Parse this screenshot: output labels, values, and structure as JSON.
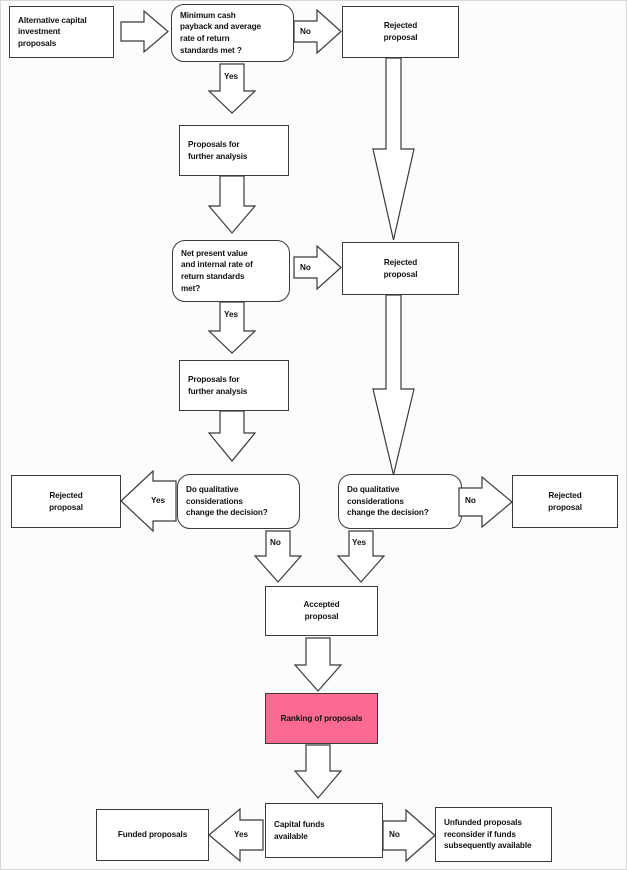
{
  "diagram": {
    "title": "Capital investment proposal evaluation flowchart",
    "background_color": "#fcfcfc",
    "highlight_color": "#fc6a92",
    "line_color": "#3a3a3a"
  },
  "nodes": {
    "start": {
      "label": "Alternative capital\ninvestment\nproposals",
      "shape": "rectangle"
    },
    "decision1": {
      "label": "Minimum cash\npayback and average\nrate of  return\nstandards met ?",
      "shape": "rounded-decision"
    },
    "rejected1": {
      "label": "Rejected\nproposal",
      "shape": "rectangle"
    },
    "analysis1": {
      "label": "Proposals for\nfurther analysis",
      "shape": "rectangle"
    },
    "decision2": {
      "label": "Net present value\nand internal rate of\nreturn standards\nmet?",
      "shape": "rounded-decision"
    },
    "rejected2": {
      "label": "Rejected\nproposal",
      "shape": "rectangle"
    },
    "analysis2": {
      "label": "Proposals for\nfurther analysis",
      "shape": "rectangle"
    },
    "qual_left": {
      "label": "Do qualitative\nconsiderations\nchange the decision?",
      "shape": "rounded-decision"
    },
    "qual_right": {
      "label": "Do qualitative\nconsiderations\nchange the decision?",
      "shape": "rounded-decision"
    },
    "rejected3": {
      "label": "Rejected\nproposal",
      "shape": "rectangle"
    },
    "rejected4": {
      "label": "Rejected\nproposal",
      "shape": "rectangle"
    },
    "accepted": {
      "label": "Accepted\nproposal",
      "shape": "rectangle"
    },
    "ranking": {
      "label": "Ranking of proposals",
      "shape": "rectangle-highlighted"
    },
    "capital_funds": {
      "label": "Capital funds\navailable",
      "shape": "rounded-decision"
    },
    "funded": {
      "label": "Funded proposals",
      "shape": "rectangle"
    },
    "unfunded": {
      "label": "Unfunded proposals\nreconsider if funds\nsubsequently available",
      "shape": "rectangle"
    }
  },
  "edges": {
    "start_to_decision1": {
      "label": ""
    },
    "decision1_no": {
      "label": "No"
    },
    "decision1_yes": {
      "label": "Yes"
    },
    "rejected1_down": {
      "label": ""
    },
    "analysis1_down": {
      "label": ""
    },
    "decision2_no": {
      "label": "No"
    },
    "decision2_yes": {
      "label": "Yes"
    },
    "rejected2_down": {
      "label": ""
    },
    "analysis2_down": {
      "label": ""
    },
    "qual_left_yes": {
      "label": "Yes"
    },
    "qual_left_no": {
      "label": "No"
    },
    "qual_right_no": {
      "label": "No"
    },
    "qual_right_yes": {
      "label": "Yes"
    },
    "accepted_down": {
      "label": ""
    },
    "ranking_down": {
      "label": ""
    },
    "capital_yes": {
      "label": "Yes"
    },
    "capital_no": {
      "label": "No"
    }
  }
}
